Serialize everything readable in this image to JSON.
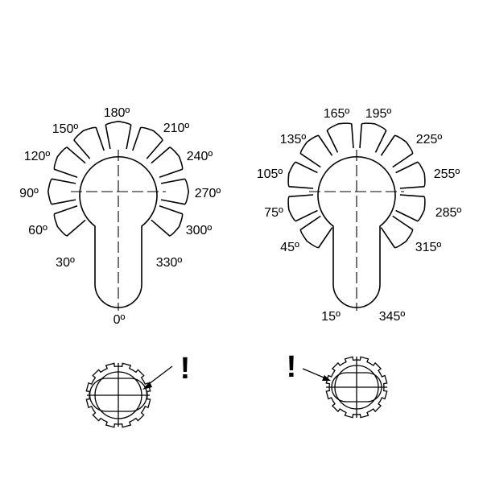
{
  "left_dial": {
    "labels": [
      "0º",
      "30º",
      "60º",
      "90º",
      "120º",
      "150º",
      "180º",
      "210º",
      "240º",
      "270º",
      "300º",
      "330º"
    ]
  },
  "right_dial": {
    "labels": [
      "15º",
      "45º",
      "75º",
      "105º",
      "135º",
      "165º",
      "195º",
      "225º",
      "255º",
      "285º",
      "315º",
      "345º"
    ]
  },
  "warning_mark": "!"
}
